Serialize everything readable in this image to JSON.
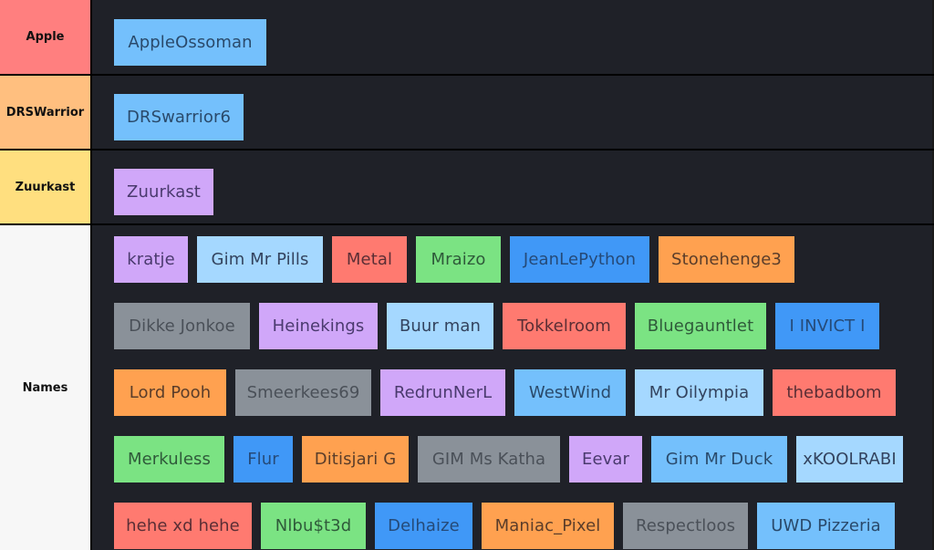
{
  "tiers": [
    {
      "label": "Apple",
      "color": "#ff7f7f",
      "items": [
        {
          "name": "AppleOssoman",
          "color": "lightblue"
        }
      ]
    },
    {
      "label": "DRSWarrior",
      "color": "#ffbf7f",
      "items": [
        {
          "name": "DRSwarrior6",
          "color": "lightblue"
        }
      ]
    },
    {
      "label": "Zuurkast",
      "color": "#ffdf7f",
      "items": [
        {
          "name": "Zuurkast",
          "color": "purple"
        }
      ]
    },
    {
      "label": "Names",
      "color": "#f7f7f7",
      "items": [
        {
          "name": "kratje",
          "color": "purple"
        },
        {
          "name": "Gim Mr Pills",
          "color": "paleblue"
        },
        {
          "name": "Metal",
          "color": "red"
        },
        {
          "name": "Mraizo",
          "color": "green"
        },
        {
          "name": "JeanLePython",
          "color": "blue"
        },
        {
          "name": "Stonehenge3",
          "color": "orange"
        },
        {
          "name": "Dikke Jonkoe",
          "color": "gray"
        },
        {
          "name": "Heinekings",
          "color": "purple"
        },
        {
          "name": "Buur man",
          "color": "paleblue"
        },
        {
          "name": "Tokkelroom",
          "color": "red"
        },
        {
          "name": "Bluegauntlet",
          "color": "green"
        },
        {
          "name": "I INVICT I",
          "color": "blue"
        },
        {
          "name": "Lord Pooh",
          "color": "orange"
        },
        {
          "name": "Smeerkees69",
          "color": "gray"
        },
        {
          "name": "RedrunNerL",
          "color": "purple"
        },
        {
          "name": "WestWind",
          "color": "lightblue"
        },
        {
          "name": "Mr Oilympia",
          "color": "paleblue"
        },
        {
          "name": "thebadbom",
          "color": "red"
        },
        {
          "name": "Merkuless",
          "color": "green"
        },
        {
          "name": "Flur",
          "color": "blue"
        },
        {
          "name": "Ditisjari G",
          "color": "orange"
        },
        {
          "name": "GIM Ms Katha",
          "color": "gray"
        },
        {
          "name": "Eevar",
          "color": "purple"
        },
        {
          "name": "Gim Mr Duck",
          "color": "lightblue"
        },
        {
          "name": "xKOOLRABI",
          "color": "paleblue"
        },
        {
          "name": "hehe xd hehe",
          "color": "red"
        },
        {
          "name": "Nlbu$t3d",
          "color": "green"
        },
        {
          "name": "Delhaize",
          "color": "blue"
        },
        {
          "name": "Maniac_Pixel",
          "color": "orange"
        },
        {
          "name": "Respectloos",
          "color": "gray"
        },
        {
          "name": "UWD Pizzeria",
          "color": "lightblue"
        }
      ]
    }
  ]
}
